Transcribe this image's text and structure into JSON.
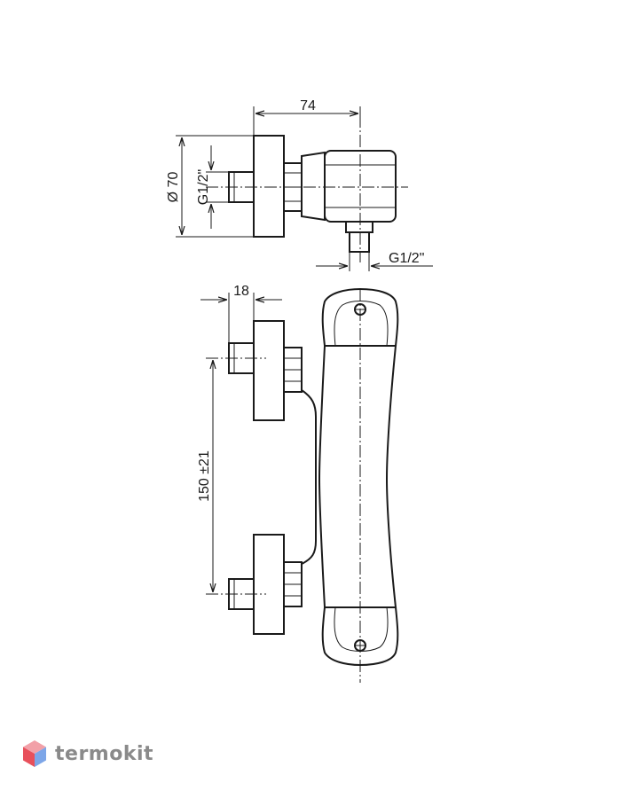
{
  "dimensions": {
    "depth": "74",
    "diameter": "Ø 70",
    "thread_inlet": "G1/2\"",
    "thread_outlet": "G1/2\"",
    "connector_width": "18",
    "center_distance": "150 ±21"
  },
  "watermark": {
    "text": "termokit",
    "logo_icon": "hexagon-cube-icon",
    "colors": {
      "top": "#f2a0a8",
      "left": "#e8505b",
      "right": "#7da6e8"
    }
  }
}
